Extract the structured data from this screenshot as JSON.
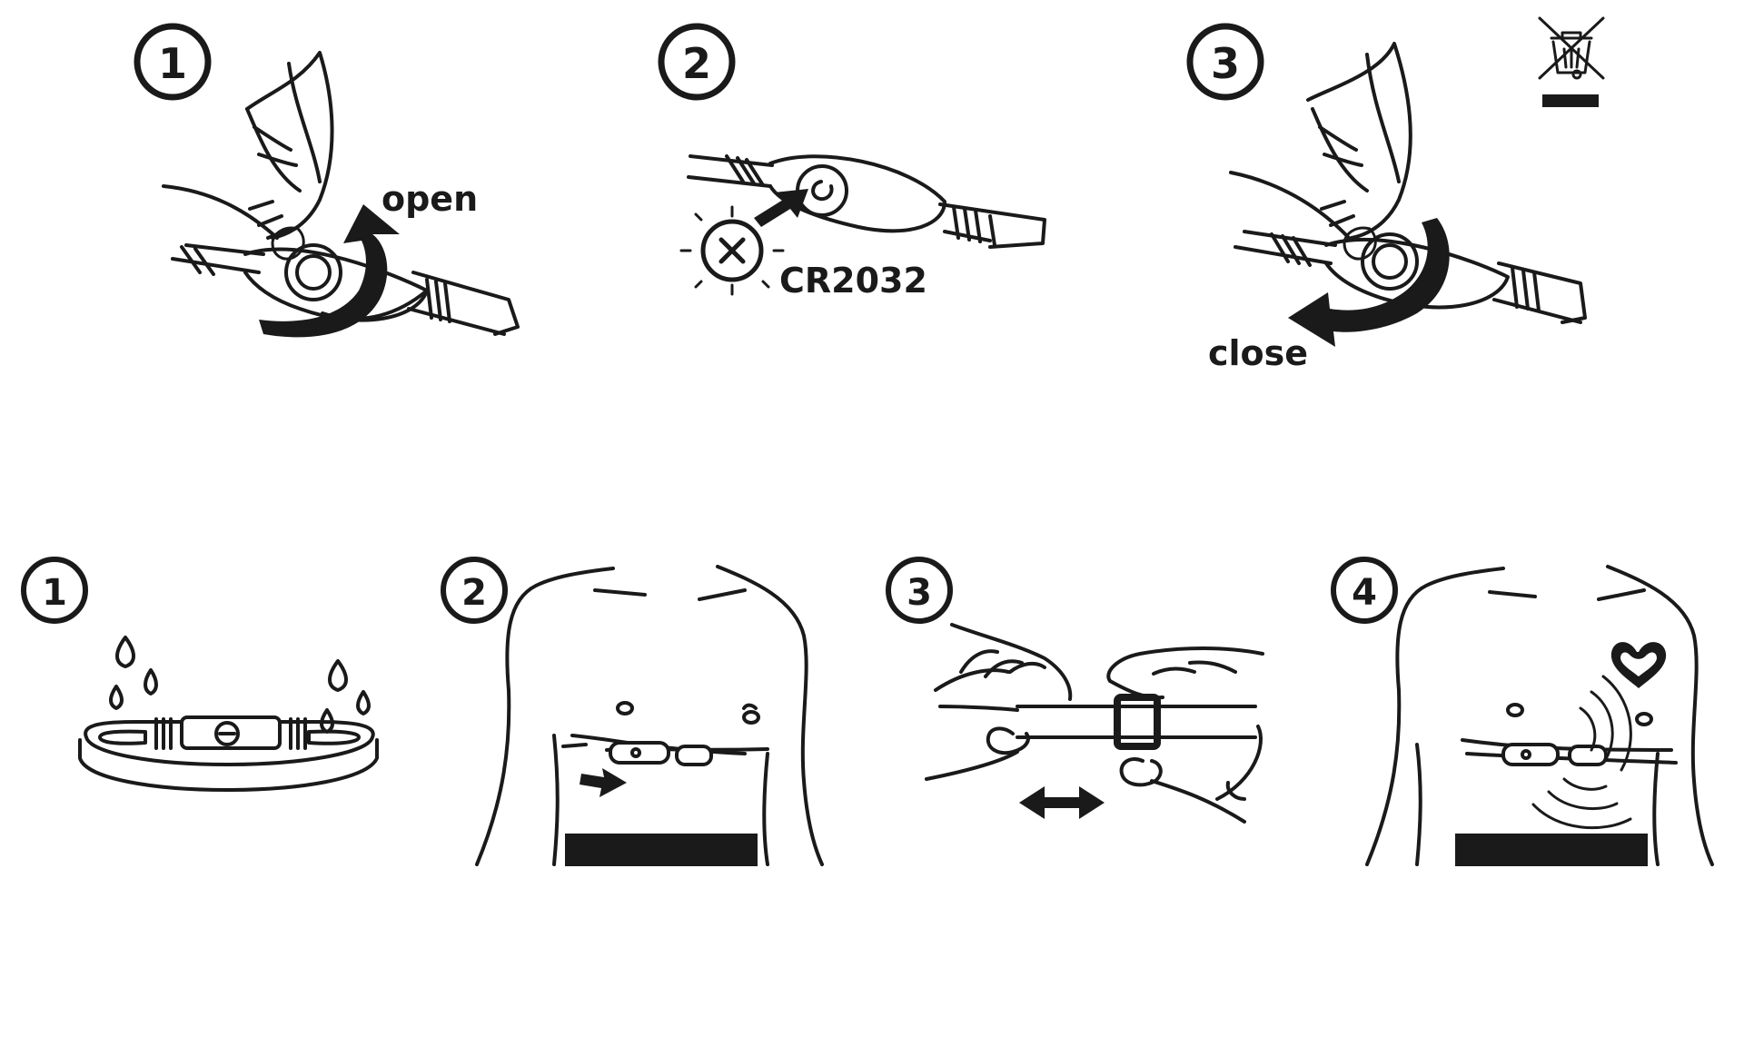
{
  "battery_steps": [
    {
      "number": "1",
      "label": "open"
    },
    {
      "number": "2",
      "label": "CR2032"
    },
    {
      "number": "3",
      "label": "close"
    }
  ],
  "wearing_steps": [
    {
      "number": "1"
    },
    {
      "number": "2"
    },
    {
      "number": "3"
    },
    {
      "number": "4"
    }
  ],
  "icons": {
    "disposal": "crossed-out-wheelie-bin-icon",
    "water": "water-drop-icon",
    "heart": "heart-icon"
  },
  "colors": {
    "ink": "#1a1a1a",
    "paper": "#ffffff"
  }
}
